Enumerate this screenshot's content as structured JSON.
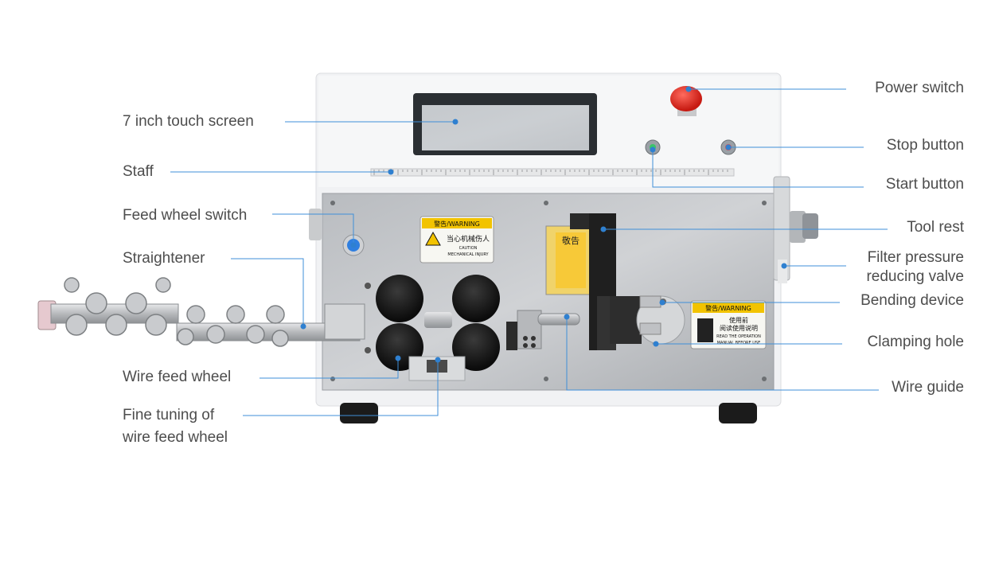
{
  "labels": {
    "touch_screen": "7 inch touch screen",
    "staff": "Staff",
    "feed_wheel_switch": "Feed wheel switch",
    "straightener": "Straightener",
    "wire_feed_wheel": "Wire feed wheel",
    "fine_tuning_line1": "Fine tuning of",
    "fine_tuning_line2": "wire feed wheel",
    "power_switch": "Power switch",
    "stop_button": "Stop button",
    "start_button": "Start button",
    "tool_rest": "Tool rest",
    "filter_line1": "Filter pressure",
    "filter_line2": "reducing valve",
    "bending_device": "Bending device",
    "clamping_hole": "Clamping hole",
    "wire_guide": "Wire guide"
  },
  "stickers": {
    "warning_left_header": "警告/WARNING",
    "warning_left_cn": "当心机械伤人",
    "warning_left_en1": "CAUTION",
    "warning_left_en2": "MECHANICAL INJURY",
    "caution_cn": "敬告",
    "warning_right_header": "警告/WARNING",
    "warning_right_cn1": "使用前",
    "warning_right_cn2": "阅读使用说明",
    "warning_right_en1": "READ THE OPERATION",
    "warning_right_en2": "MANUAL BEFORE USE"
  },
  "colors": {
    "leader_line": "#3f8fd8",
    "dot": "#2f80d0",
    "label_text": "#4d4d4d"
  }
}
